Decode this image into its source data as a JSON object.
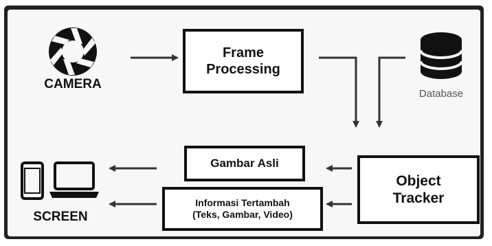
{
  "nodes": {
    "camera": {
      "label": "CAMERA",
      "icon": "camera-aperture-icon"
    },
    "frame_processing": {
      "label": "Frame\nProcessing"
    },
    "database": {
      "label": "Database",
      "icon": "database-icon"
    },
    "object_tracker": {
      "label": "Object\nTracker"
    },
    "gambar_asli": {
      "label": "Gambar Asli"
    },
    "informasi_tertambah": {
      "label": "Informasi Tertambah\n(Teks, Gambar, Video)"
    },
    "screen": {
      "label": "SCREEN",
      "icon": "devices-icon"
    }
  },
  "colors": {
    "stroke": "#111111",
    "database_label": "#555555",
    "arrow": "#333333"
  }
}
